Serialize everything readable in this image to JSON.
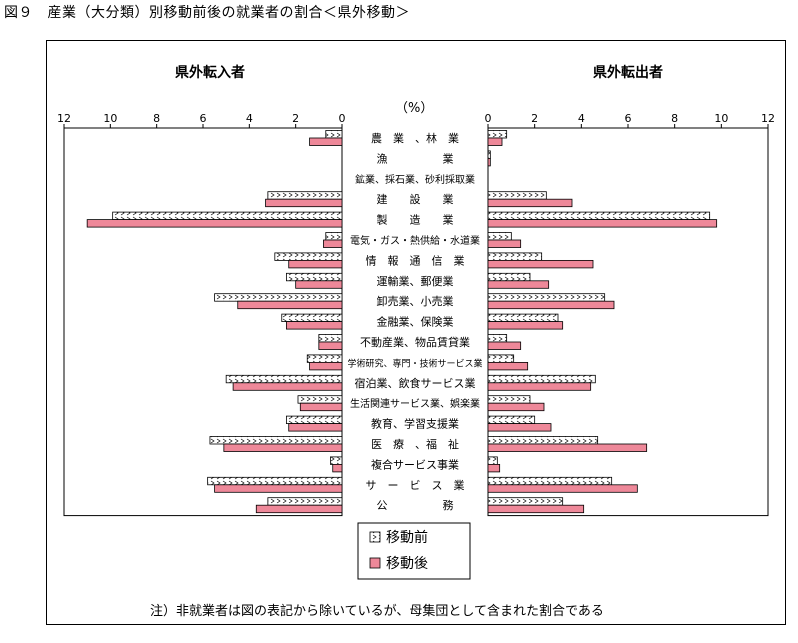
{
  "figure_title": "図９　産業（大分類）別移動前後の就業者の割合＜県外移動＞",
  "left_title": "県外転入者",
  "right_title": "県外転出者",
  "unit_label": "（%）",
  "note": "注）非就業者は図の表記から除いているが、母集団として含まれた割合である",
  "colors": {
    "after": "#ee8899",
    "before_pattern": "#ffffff",
    "outline": "#000000"
  },
  "chart_data": {
    "type": "bar",
    "orientation": "horizontal-butterfly",
    "xlim": [
      0,
      12
    ],
    "ticks": [
      "0",
      "2",
      "4",
      "6",
      "8",
      "10",
      "12"
    ],
    "categories": [
      "農　業　、林　業",
      "漁　　　　　業",
      "鉱業、採石業、砂利採取業",
      "建　　設　　業",
      "製　　造　　業",
      "電気・ガス・熱供給・水道業",
      "情　報　通　信　業",
      "運輸業、郵便業",
      "卸売業、小売業",
      "金融業、保険業",
      "不動産業、物品賃貸業",
      "学術研究、専門・技術サービス業",
      "宿泊業、飲食サービス業",
      "生活関連サービス業、娯楽業",
      "教育、学習支援業",
      "医　療　、福　祉",
      "複合サービス事業",
      "サ　ー　ビ　ス　業",
      "公　　　　　務"
    ],
    "panels": [
      {
        "name": "県外転入者",
        "series": [
          {
            "name": "移動前",
            "values": [
              0.7,
              0.0,
              0.0,
              3.2,
              9.9,
              0.7,
              2.9,
              2.4,
              5.5,
              2.6,
              1.0,
              1.5,
              5.0,
              1.9,
              2.4,
              5.7,
              0.5,
              5.8,
              3.2
            ]
          },
          {
            "name": "移動後",
            "values": [
              1.4,
              0.0,
              0.0,
              3.3,
              11.0,
              0.8,
              2.3,
              2.0,
              4.5,
              2.4,
              1.0,
              1.4,
              4.7,
              1.8,
              2.3,
              5.1,
              0.4,
              5.5,
              3.7
            ]
          }
        ]
      },
      {
        "name": "県外転出者",
        "series": [
          {
            "name": "移動前",
            "values": [
              0.8,
              0.1,
              0.0,
              2.5,
              9.5,
              1.0,
              2.3,
              1.8,
              5.0,
              3.0,
              0.8,
              1.1,
              4.6,
              1.8,
              2.0,
              4.7,
              0.4,
              5.3,
              3.2
            ]
          },
          {
            "name": "移動後",
            "values": [
              0.6,
              0.1,
              0.0,
              3.6,
              9.8,
              1.4,
              4.5,
              2.6,
              5.4,
              3.2,
              1.4,
              1.7,
              4.4,
              2.4,
              2.7,
              6.8,
              0.5,
              6.4,
              4.1
            ]
          }
        ]
      }
    ],
    "legend": {
      "placement": "bottom-center",
      "items": [
        "移動前",
        "移動後"
      ]
    }
  }
}
